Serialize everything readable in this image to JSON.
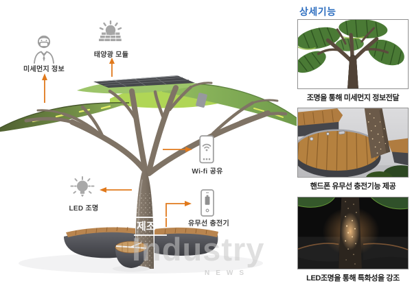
{
  "sidebar": {
    "title": "상세기능",
    "figures": [
      {
        "name": "canopy-underside-photo",
        "caption": "조명을 통해 미세먼지 정보전달"
      },
      {
        "name": "bench-charger-photo",
        "caption": "핸드폰 유무선 충전기능 제공"
      },
      {
        "name": "led-night-photo",
        "caption": "LED조명을 통해 특화성을 강조"
      }
    ]
  },
  "diagram": {
    "features": [
      {
        "label": "미세먼지 정보",
        "icon": "person-mask-icon"
      },
      {
        "label": "태양광 모듈",
        "icon": "solar-module-icon"
      },
      {
        "label": "Wi-fi 공유",
        "icon": "phone-wifi-icon"
      },
      {
        "label": "LED 조명",
        "icon": "led-bulb-icon"
      },
      {
        "label": "유무선 충전기",
        "icon": "phone-battery-icon"
      }
    ]
  },
  "watermark": {
    "brand": "제조",
    "word": "Industry",
    "sub": "NEWS"
  },
  "colors": {
    "accent_blue": "#2f6fc0",
    "arrow_orange": "#e0791c",
    "icon_gray": "#a0a0a0",
    "canopy_green": "#9cc468",
    "canopy_dark_green": "#55652f",
    "led_strip_yellow": "#e7f06a",
    "trunk_taupe": "#7f7366",
    "bench_gray": "#4a4b50",
    "wood_brown": "#b9854f"
  }
}
